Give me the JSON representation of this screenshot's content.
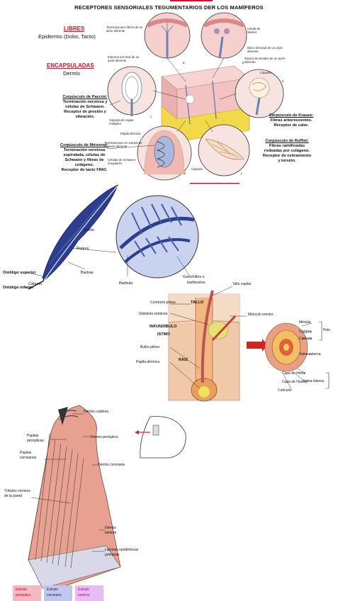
{
  "title": "RECEPTORES SENSORIALES TEGUMENTARIOS DER LOS MAMÍFEROS",
  "colors": {
    "red": "#d4122d",
    "skin": "#f2c3c0",
    "fat": "#f2d94a",
    "feather": "#2b3e8f",
    "hoof": "#e8a090",
    "hair": "#f0c070"
  },
  "panel1": {
    "libres": "LIBRES",
    "epidermis": "Epidermis (Dolor, Tacto)",
    "encapsuladas": "ENCAPSULADAS",
    "dermis": "Dermis",
    "pacini": {
      "l1": "Corpúsculo de Paccini:",
      "l2": "Terminación nerviosa y",
      "l3": "células de Schwann.",
      "l4": "Receptor de presión y",
      "l5": "vibración."
    },
    "meissner": {
      "l1": "Corpúsculo de Meissner:",
      "l2": "Terminación nerviosa",
      "l3": "espiralada, células de",
      "l4": "Schwann y fibras de",
      "l5": "colágeno.",
      "l6": "Receptor de tacto FINO."
    },
    "krause": {
      "l1": "Corpúsculo de Krause:",
      "l2": "Fibras arborescentes.",
      "l3": "Receptor de calor."
    },
    "ruffini": {
      "l1": "Corpúsculo de Ruffini:",
      "l2": "Fibras ramificadas",
      "l3": "rodeadas por colágeno.",
      "l4": "Receptor de estiramiento",
      "l5": "y torsión."
    },
    "small": {
      "term_libres": "Terminaciones libres de un axón aferente",
      "celula_merkel": "Célula de Merkel",
      "disco": "Disco terminal de un axón aferente",
      "extremo": "Extremo terminal de un axón aferente",
      "cap_multiples": "Cápsula de capas múltiples",
      "papila": "Papila dérmica",
      "term_espiral": "Terminaciones en espiral de un axón aferente",
      "celulas_schwann": "Células de Schwann irregulares",
      "capsula": "Cápsula",
      "ramos": "Ramos terminales de un axón aferente",
      "capsula2": "Cápsula",
      "a": "a",
      "b": "b",
      "c": "c",
      "d": "d",
      "e": "e",
      "f": "f"
    }
  },
  "panel2": {
    "vexilo": "Vexilo",
    "raquis": "Raquis",
    "barbas": "Barbas",
    "barbula": "Bárbula",
    "ganchillos": "Ganchillos o",
    "barbicelos": "barbicelos",
    "ombligo_sup": "Ombligo superior",
    "ombligo_inf": "Ombligo inferior",
    "calamo": "Cálamo"
  },
  "panel3": {
    "tallo_capilar": "Tallo capilar",
    "conducto": "Conducto piloso",
    "tallo": "TALLO",
    "glandula": "Glándula sebácea",
    "musculo": "Músculo erector",
    "infundibulo": "INFUNDÍBULO",
    "istmo": "ISTMO",
    "bulbo": "Bulbo piloso",
    "raiz": "RAIZ",
    "papila": "Papila dérmica",
    "medula": "Médula",
    "corteza": "Corteza",
    "cuticula": "Cutícula",
    "pelo": "Pelo",
    "vaina_ext": "Vaina externa",
    "capa_henle": "Capa de Henle",
    "capa_huxley": "Capa de Huxley",
    "vaina_int": "Vaina interna",
    "cuticula2": "Cutícula"
  },
  "panel4": {
    "dermis_cutanea": "Dermis cutánea",
    "papilas_perioplicas": "Papilas",
    "papilas_perioplicas2": "perioplicas",
    "dermis_perioplica": "Dermis perioplica",
    "papilas_coronarias": "Papilas",
    "papilas_coronarias2": "coronarias",
    "dermis_coronaria": "Dermis coronaria",
    "tubulos": "Túbulos córneos",
    "tubulos2": "de la pared",
    "dermis_laminar": "Dermis",
    "dermis_laminar2": "laminar",
    "laminas": "Láminas epidérmicas",
    "laminas2": "primarias",
    "estrato_perioplico": "Estrato",
    "estrato_perioplico2": "perioplico",
    "estrato_coronario": "Estrato",
    "estrato_coronario2": "coronario",
    "estrato_laminar": "Estrato",
    "estrato_laminar2": "laminar"
  }
}
